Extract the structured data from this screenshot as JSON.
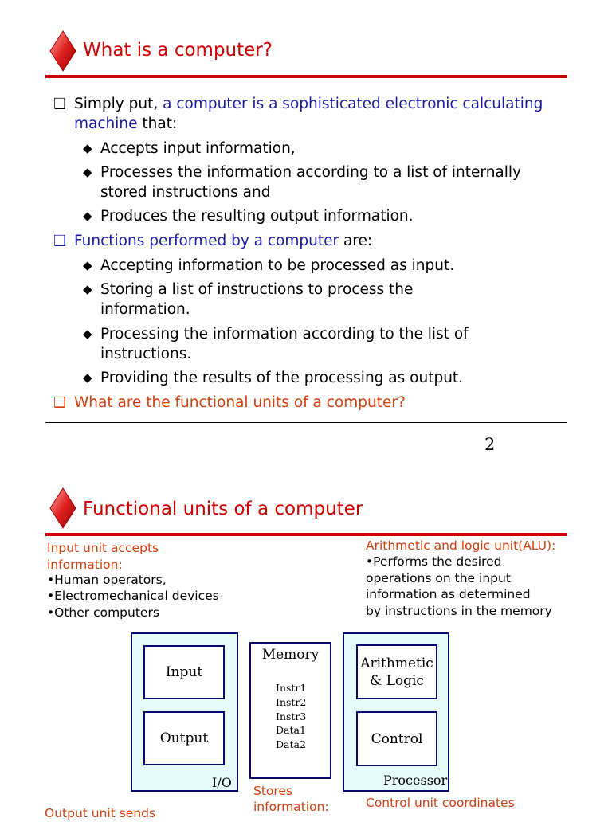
{
  "slide1": {
    "title": "What is a computer?",
    "intro_prefix": "Simply put, ",
    "intro_highlight": "a computer is a sophisticated electronic calculating machine",
    "intro_suffix": " that:",
    "sub1": [
      "Accepts input information,",
      "Processes the information according to a list of internally stored instructions and",
      "Produces the resulting output information."
    ],
    "functions_highlight": "Functions performed by a computer",
    "functions_suffix": " are:",
    "sub2": [
      "Accepting information to be processed as input.",
      "Storing a list of instructions to process the information.",
      "Processing the information according to the list of instructions.",
      "Providing the results of the processing as output."
    ],
    "question": "What are the functional units of a computer?",
    "page_number": "2"
  },
  "slide2": {
    "title": "Functional units of a computer",
    "input_heading": "Input unit accepts information:",
    "input_items": [
      "•Human operators,",
      "•Electromechanical devices",
      "•Other computers"
    ],
    "alu_heading": "Arithmetic and logic unit(ALU):",
    "alu_items": [
      "•Performs the desired",
      "operations on the input",
      "information as determined",
      "by instructions in the memory"
    ],
    "diagram": {
      "input_label": "Input",
      "output_label": "Output",
      "io_label": "I/O",
      "memory_label": "Memory",
      "memory_items": [
        "Instr1",
        "Instr2",
        "Instr3",
        "Data1",
        "Data2"
      ],
      "alu_label_1": "Arithmetic",
      "alu_label_2": "& Logic",
      "control_label": "Control",
      "processor_label": "Processor"
    },
    "output_heading": "Output unit sends",
    "memory_heading_1": "Stores",
    "memory_heading_2": "information:",
    "control_heading": "Control unit coordinates"
  },
  "colors": {
    "title_red": "#cc0000",
    "highlight_blue": "#1a1aa6",
    "accent_orange": "#d04010",
    "diagram_border": "#0a0a6e",
    "diagram_fill": "#e6fbfb"
  }
}
